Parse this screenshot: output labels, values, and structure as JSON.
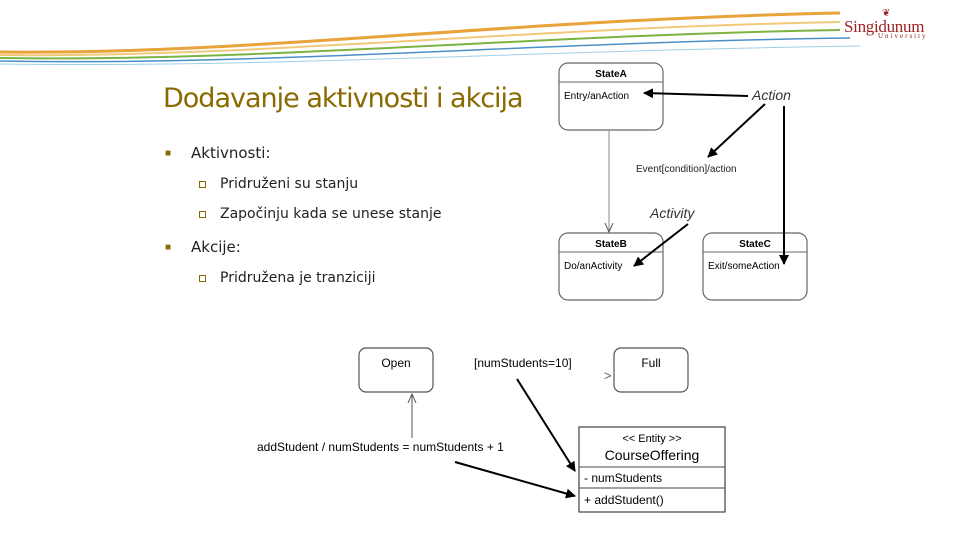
{
  "logo": {
    "emblem": "❦",
    "name": "Singidunum",
    "subtitle": "University"
  },
  "slide": {
    "title": "Dodavanje aktivnosti i akcija",
    "bullets": [
      {
        "text": "Aktivnosti:",
        "sub": [
          "Pridruženi su stanju",
          "Započinju kada se unese stanje"
        ]
      },
      {
        "text": "Akcije:",
        "sub": [
          "Pridružena je tranziciji"
        ]
      }
    ]
  },
  "state_diagram": {
    "state_a": {
      "name": "StateA",
      "action": "Entry/anAction"
    },
    "state_b": {
      "name": "StateB",
      "action": "Do/anActivity"
    },
    "state_c": {
      "name": "StateC",
      "action": "Exit/someAction"
    },
    "labels": {
      "action": "Action",
      "transition": "Event[condition]/action",
      "activity": "Activity"
    }
  },
  "example": {
    "open": "Open",
    "full": "Full",
    "guard": "[numStudents=10]",
    "guard_arrow": ">",
    "action": "addStudent / numStudents = numStudents + 1",
    "entity": {
      "stereotype": "<< Entity >>",
      "name": "CourseOffering",
      "attribute": "- numStudents",
      "operation": "+ addStudent()"
    }
  },
  "colors": {
    "title": "#8a6a00",
    "logo": "#9c2323",
    "swoosh_orange": "#e8a33a",
    "swoosh_green": "#7cb342",
    "swoosh_blue": "#4a90c8"
  }
}
